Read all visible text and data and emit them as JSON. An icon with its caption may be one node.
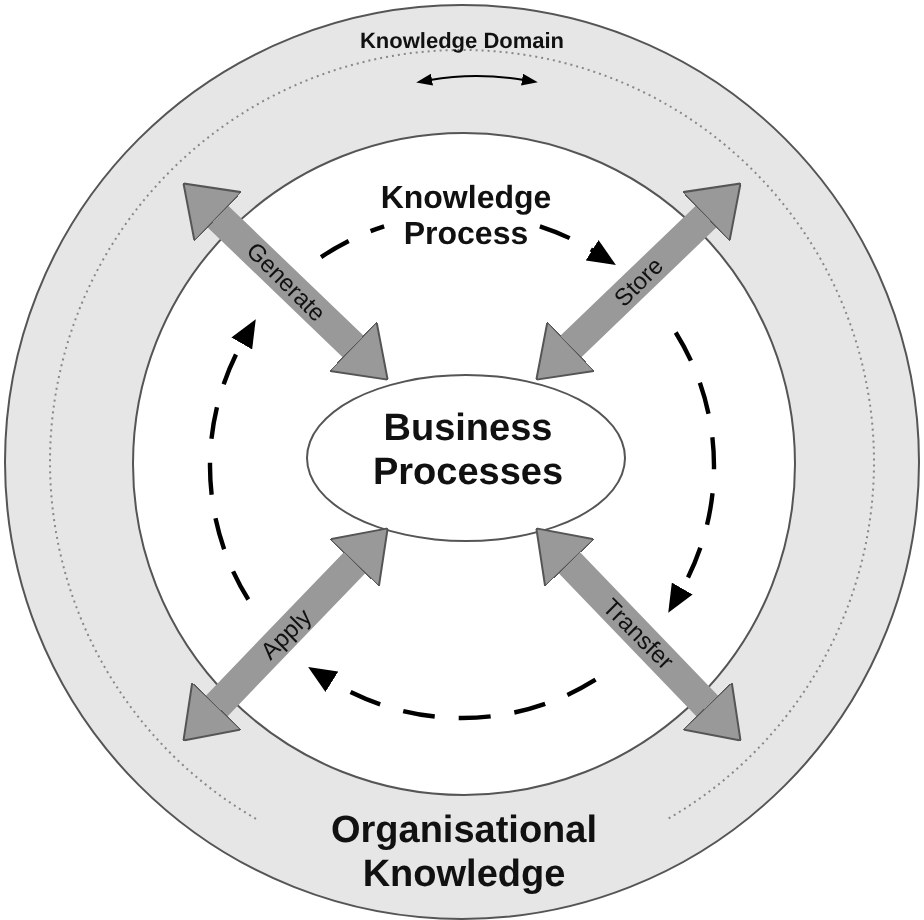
{
  "diagram": {
    "nodes": [
      {
        "text": [
          "Organisational Knowledge"
        ]
      },
      {
        "text": [
          "Knowledge Process"
        ],
        "in": 0
      },
      {
        "text": [
          "Business Processes"
        ],
        "in": 1
      }
    ],
    "edges": [
      {
        "from": 2,
        "to": 0,
        "arrow": "both",
        "label": "Generate"
      },
      {
        "from": 2,
        "to": 0,
        "arrow": "both",
        "label": "Store"
      },
      {
        "from": 2,
        "to": 0,
        "arrow": "both",
        "label": "Apply"
      },
      {
        "from": 2,
        "to": 0,
        "arrow": "both",
        "label": "Transfer"
      }
    ],
    "labels": [
      "Knowledge Domain"
    ]
  }
}
